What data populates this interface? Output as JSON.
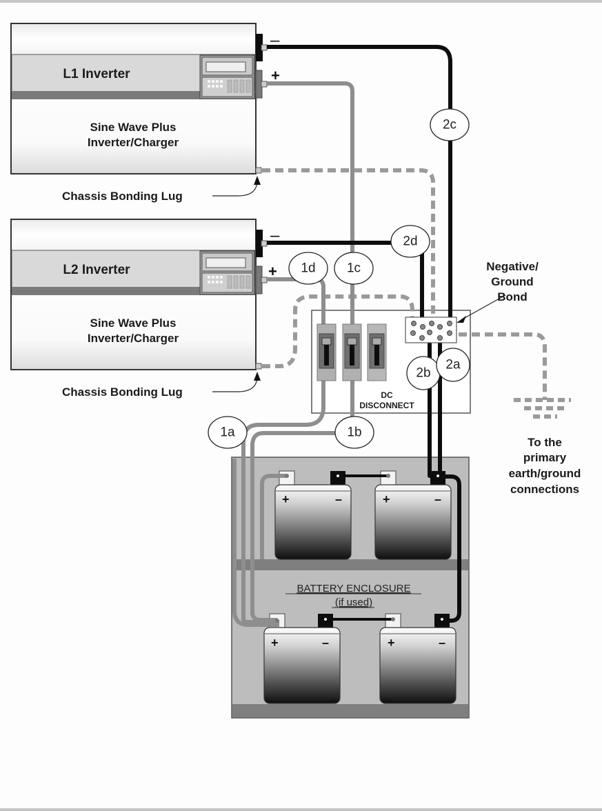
{
  "colors": {
    "negative_cable": "#0d0d0d",
    "positive_cable": "#8e8e8e",
    "ground_cable": "#9a9a9a",
    "panel_band": "#d9d9d9",
    "enclosure": "#bdbdbd",
    "enclosure_shelf": "#7f7f7f"
  },
  "inverters": [
    {
      "label": "L1 Inverter",
      "model_line1": "Sine Wave Plus",
      "model_line2": "Inverter/Charger",
      "negative_symbol": "–",
      "positive_symbol": "+",
      "lug_label": "Chassis Bonding Lug"
    },
    {
      "label": "L2 Inverter",
      "model_line1": "Sine Wave Plus",
      "model_line2": "Inverter/Charger",
      "negative_symbol": "–",
      "positive_symbol": "+",
      "lug_label": "Chassis Bonding Lug"
    }
  ],
  "cable_labels": {
    "c1a": "1a",
    "c1b": "1b",
    "c1c": "1c",
    "c1d": "1d",
    "c2a": "2a",
    "c2b": "2b",
    "c2c": "2c",
    "c2d": "2d"
  },
  "bond": {
    "line1": "Negative/",
    "line2": "Ground",
    "line3": "Bond"
  },
  "disconnect": {
    "line1": "DC",
    "line2": "DISCONNECT"
  },
  "earth": {
    "line1": "To the",
    "line2": "primary",
    "line3": "earth/ground",
    "line4": "connections"
  },
  "enclosure": {
    "title": "BATTERY ENCLOSURE",
    "subtitle": "(if used)"
  },
  "battery": {
    "positive_symbol": "+",
    "negative_symbol": "–"
  }
}
